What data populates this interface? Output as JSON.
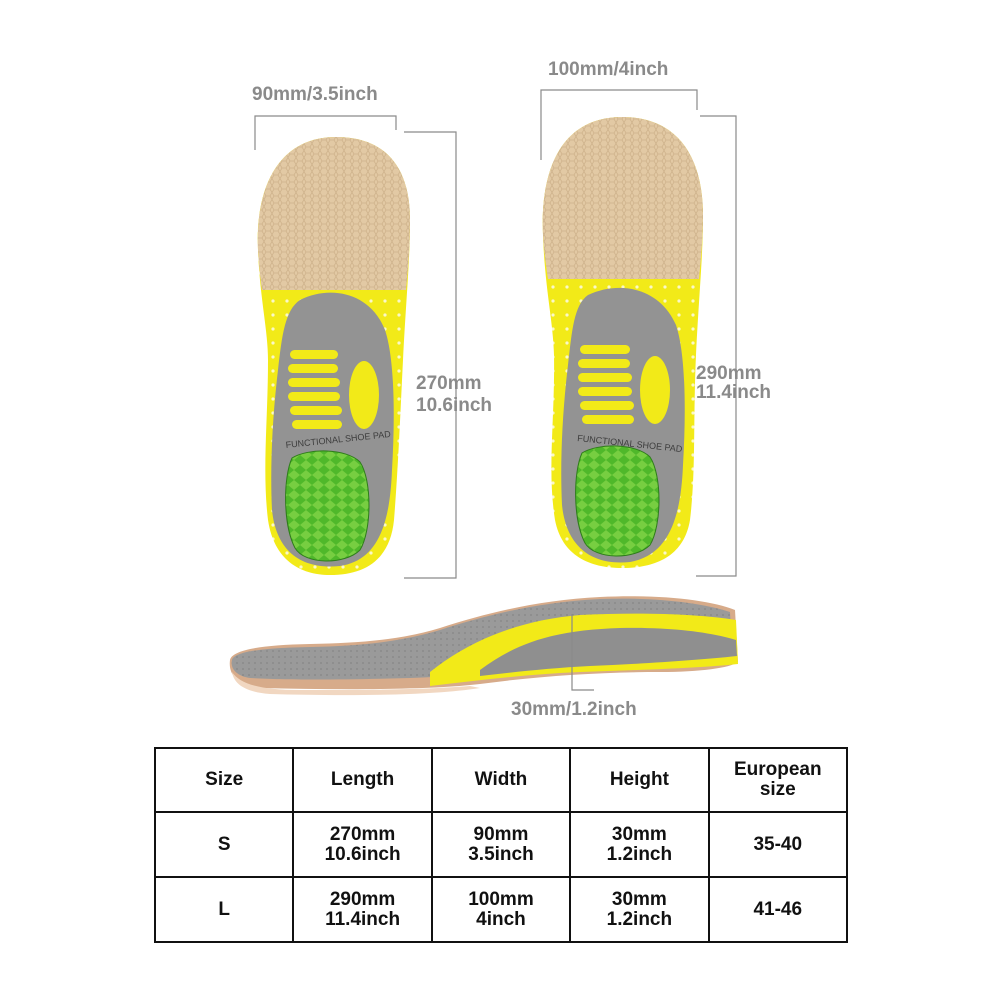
{
  "dimensions": {
    "small_width": "90mm/3.5inch",
    "small_length_mm": "270mm",
    "small_length_in": "10.6inch",
    "large_width": "100mm/4inch",
    "large_length_mm": "290mm",
    "large_length_in": "11.4inch",
    "height": "30mm/1.2inch"
  },
  "insole_print": "FUNCTIONAL SHOE PAD",
  "colors": {
    "tan": "#e2c9a4",
    "yellow": "#f2ea18",
    "gray": "#8f8f8f",
    "green_gel": "#4fb82a",
    "text_gray": "#8a8a8a"
  },
  "table": {
    "headers": [
      "Size",
      "Length",
      "Width",
      "Height",
      [
        "European",
        "size"
      ]
    ],
    "rows": [
      {
        "size": "S",
        "length": [
          "270mm",
          "10.6inch"
        ],
        "width": [
          "90mm",
          "3.5inch"
        ],
        "height": [
          "30mm",
          "1.2inch"
        ],
        "eu": "35-40"
      },
      {
        "size": "L",
        "length": [
          "290mm",
          "11.4inch"
        ],
        "width": [
          "100mm",
          "4inch"
        ],
        "height": [
          "30mm",
          "1.2inch"
        ],
        "eu": "41-46"
      }
    ]
  }
}
